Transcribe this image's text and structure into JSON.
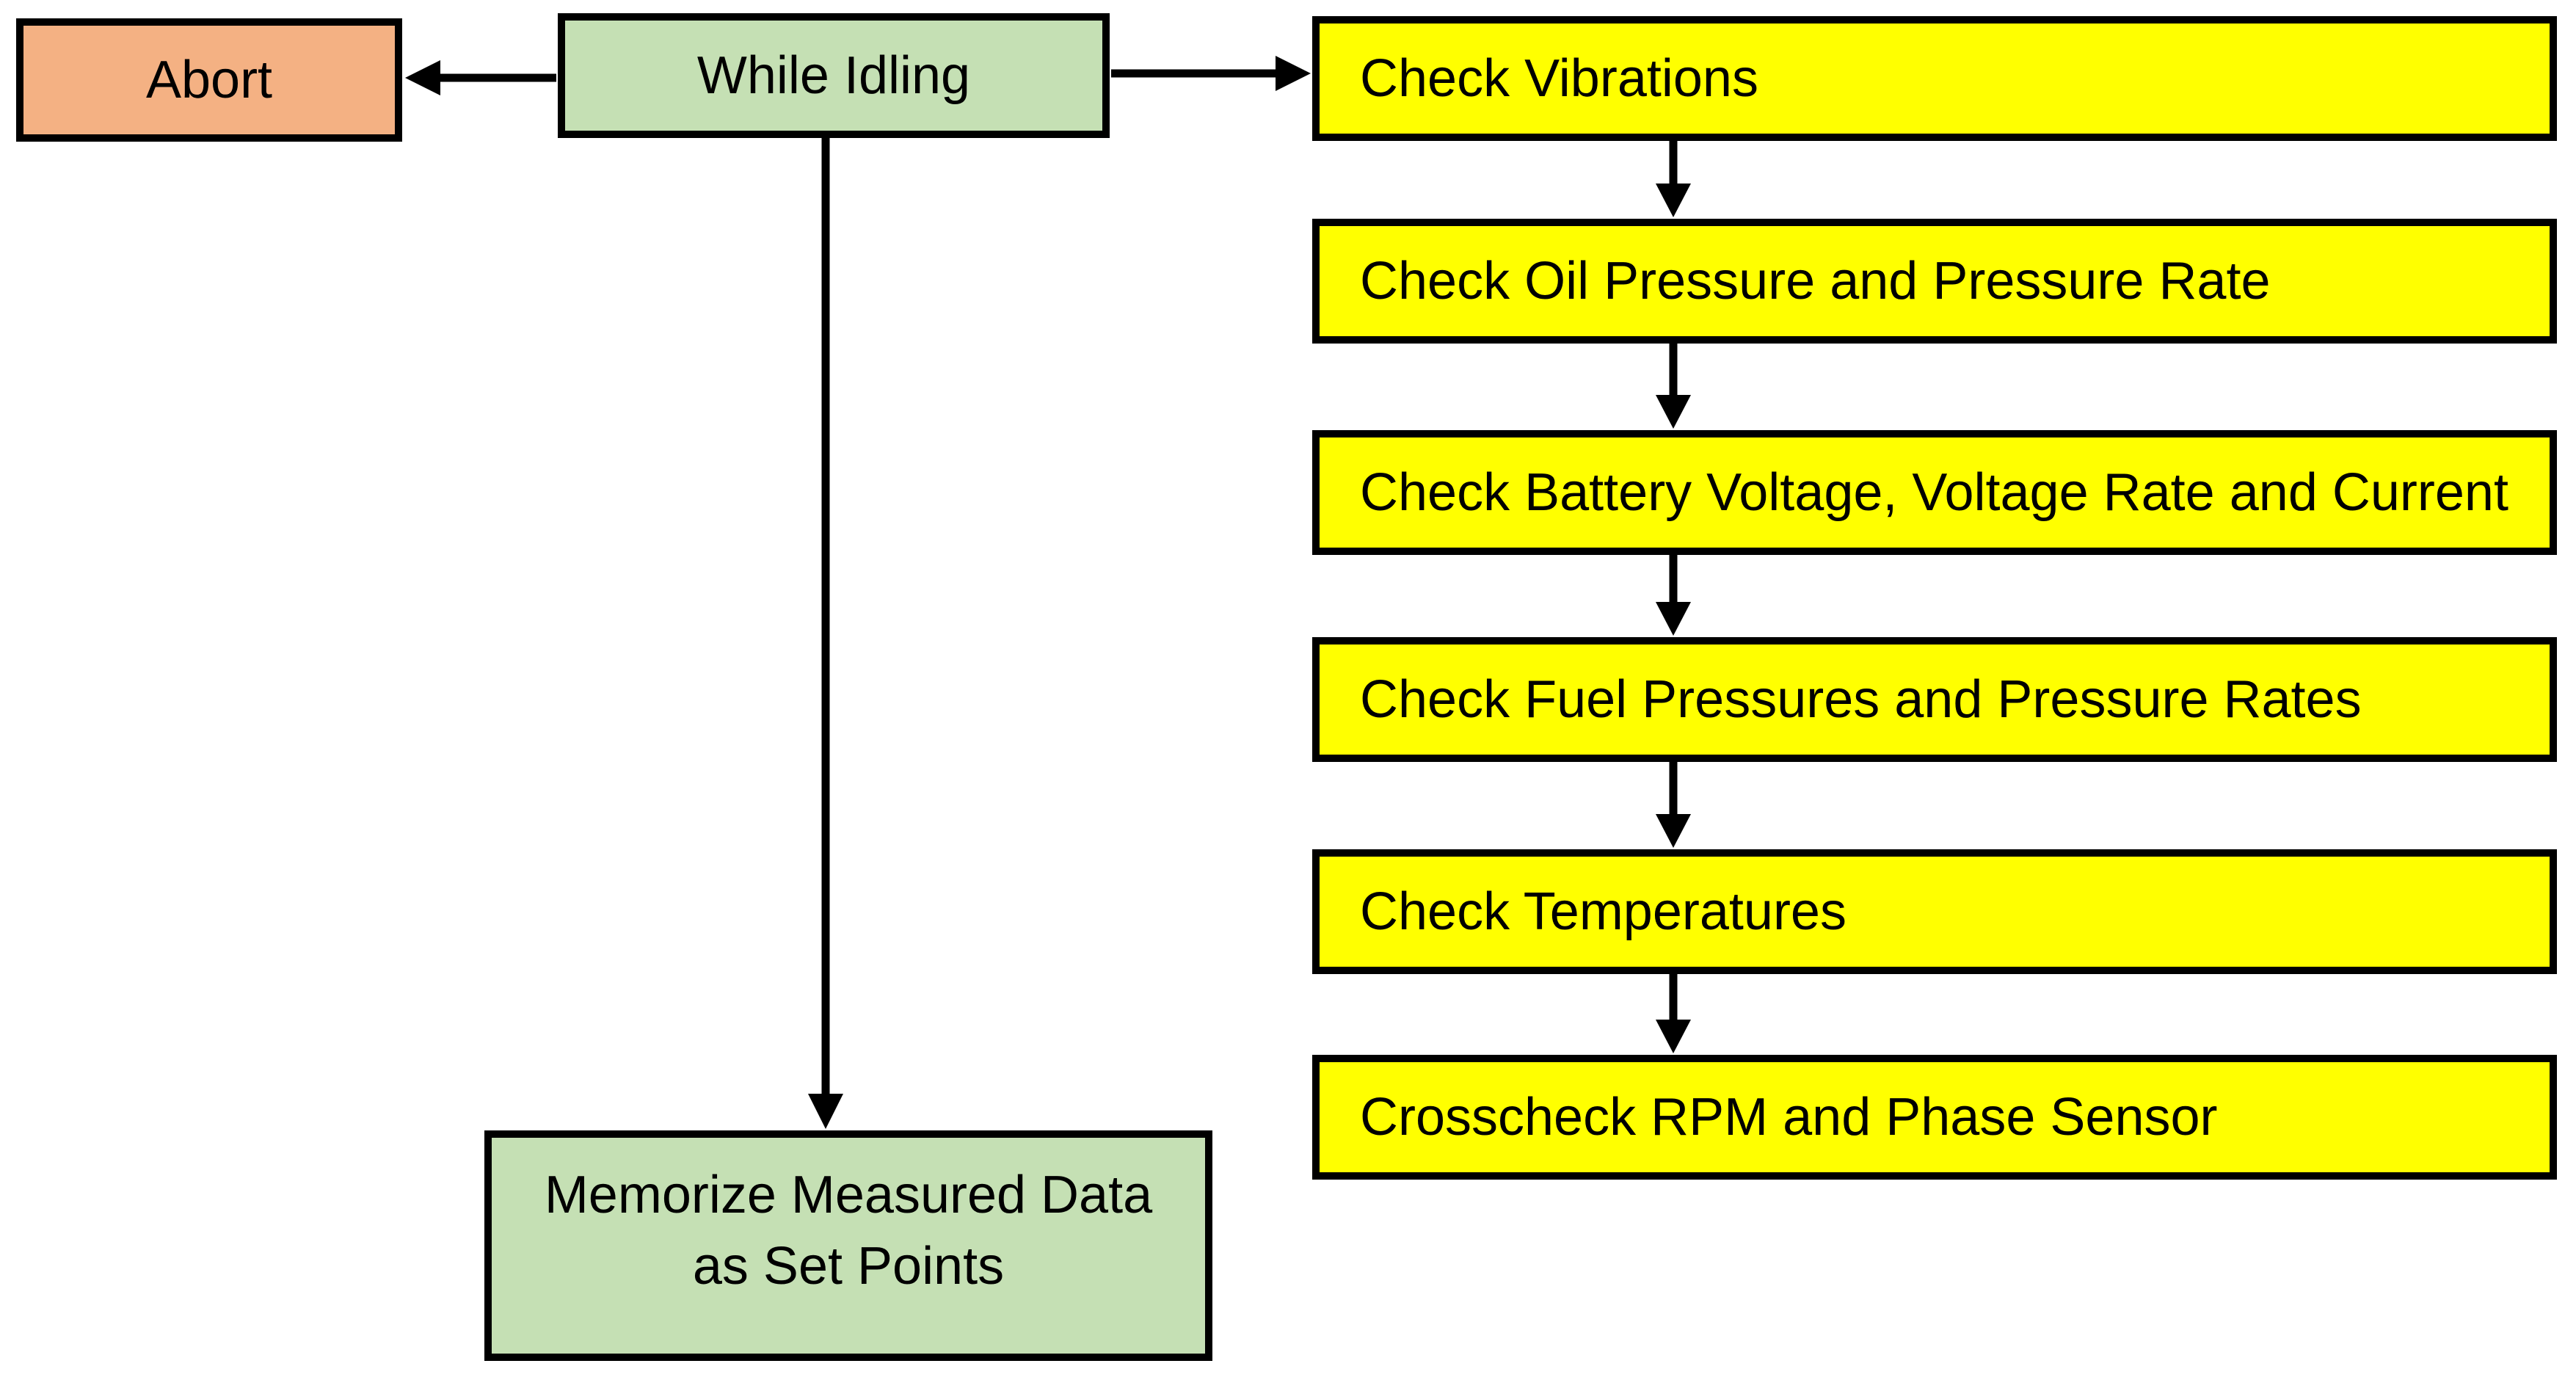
{
  "colors": {
    "background": "#FFFFFF",
    "outline": "#000000",
    "arrow": "#000000",
    "text": "#000000",
    "yellow_fill": "#FFFF00",
    "green_fill": "#C5E0B4",
    "orange_fill": "#F4B183"
  },
  "diagram": {
    "type": "flowchart",
    "nodes": {
      "abort": {
        "id": "abort",
        "label": "Abort"
      },
      "while_idling": {
        "id": "while_idling",
        "label": "While Idling"
      },
      "memorize": {
        "id": "memorize",
        "label": "Memorize Measured Data as Set Points",
        "lines": [
          "Memorize Measured Data",
          "as Set Points"
        ]
      },
      "checks": [
        {
          "id": "check_vibrations",
          "label": "Check Vibrations"
        },
        {
          "id": "check_oil_pressure",
          "label": "Check Oil Pressure and Pressure Rate"
        },
        {
          "id": "check_battery",
          "label": "Check Battery Voltage, Voltage Rate and Current"
        },
        {
          "id": "check_fuel",
          "label": "Check Fuel Pressures and Pressure Rates"
        },
        {
          "id": "check_temperatures",
          "label": "Check Temperatures"
        },
        {
          "id": "crosscheck_rpm",
          "label": "Crosscheck RPM and Phase Sensor"
        }
      ]
    },
    "edges": [
      {
        "from": "while_idling",
        "to": "abort",
        "direction": "left"
      },
      {
        "from": "while_idling",
        "to": "check_vibrations",
        "direction": "right"
      },
      {
        "from": "while_idling",
        "to": "memorize",
        "direction": "down"
      },
      {
        "from": "check_vibrations",
        "to": "check_oil_pressure",
        "direction": "down"
      },
      {
        "from": "check_oil_pressure",
        "to": "check_battery",
        "direction": "down"
      },
      {
        "from": "check_battery",
        "to": "check_fuel",
        "direction": "down"
      },
      {
        "from": "check_fuel",
        "to": "check_temperatures",
        "direction": "down"
      },
      {
        "from": "check_temperatures",
        "to": "crosscheck_rpm",
        "direction": "down"
      }
    ]
  }
}
